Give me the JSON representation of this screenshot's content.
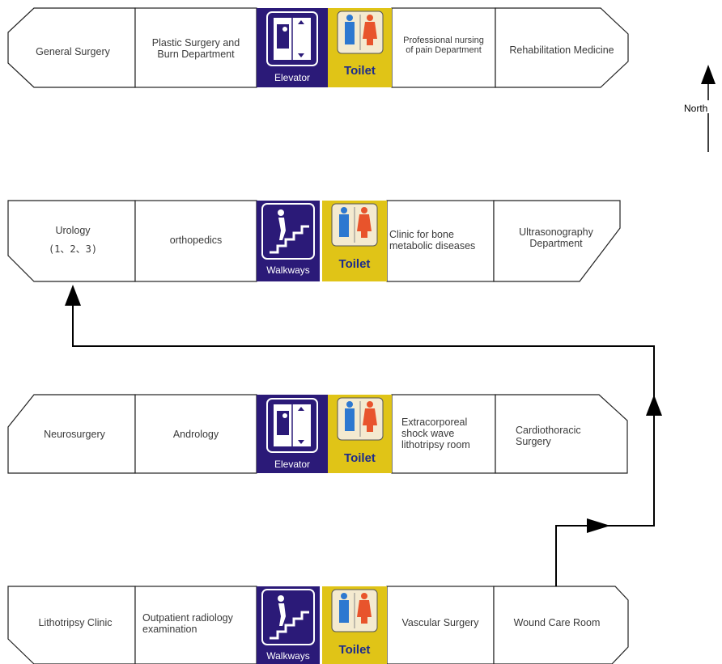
{
  "compass": {
    "label": "North"
  },
  "rows": [
    {
      "rooms": [
        "General Surgery",
        "Plastic Surgery and\nBurn Department"
      ],
      "facility": "Elevator",
      "toilet": "Toilet",
      "rooms_right": [
        "Professional nursing\nof pain Department",
        "Rehabilitation Medicine"
      ]
    },
    {
      "rooms": [
        "Urology",
        "orthopedics"
      ],
      "urology_sub": "(1、2、3)",
      "facility": "Walkways",
      "toilet": "Toilet",
      "rooms_right": [
        "Clinic for bone\nmetabolic diseases",
        "Ultrasonography\nDepartment"
      ]
    },
    {
      "rooms": [
        "Neurosurgery",
        "Andrology"
      ],
      "facility": "Elevator",
      "toilet": "Toilet",
      "rooms_right": [
        "Extracorporeal\nshock wave\nlithotripsy room",
        "Cardiothoracic\nSurgery"
      ]
    },
    {
      "rooms": [
        "Lithotripsy Clinic",
        "Outpatient radiology\nexamination"
      ],
      "facility": "Walkways",
      "toilet": "Toilet",
      "rooms_right": [
        "Vascular Surgery",
        "Wound Care Room"
      ]
    }
  ],
  "colors": {
    "facility_bg": "#2b1a78",
    "toilet_bg": "#e0c417",
    "line": "#000000"
  },
  "icons": [
    "elevator-icon",
    "stairs-person-icon",
    "toilet-people-icon",
    "north-arrow-icon"
  ]
}
